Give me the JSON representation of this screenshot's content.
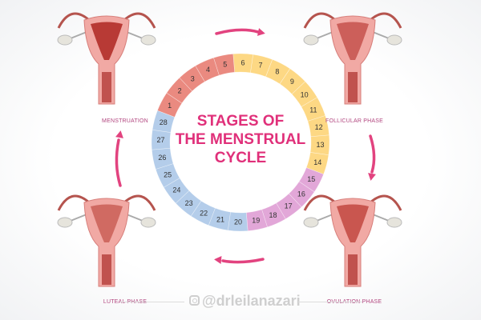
{
  "title_lines": [
    "STAGES OF",
    "THE MENSTRUAL",
    "CYCLE"
  ],
  "phases": [
    {
      "label": "MENSTRUATION"
    },
    {
      "label": "FOLLICULAR PHASE"
    },
    {
      "label": "OVULATION PHASE"
    },
    {
      "label": "LUTEAL PHASE"
    }
  ],
  "cycle": {
    "days": 28,
    "segments": [
      {
        "phase": "menstruation",
        "from": 1,
        "to": 5,
        "color": "#ea8a80"
      },
      {
        "phase": "follicular",
        "from": 6,
        "to": 14,
        "color": "#fdd884"
      },
      {
        "phase": "ovulation",
        "from": 15,
        "to": 19,
        "color": "#e2a7d8"
      },
      {
        "phase": "luteal",
        "from": 20,
        "to": 28,
        "color": "#b4cdea"
      }
    ]
  },
  "colors": {
    "accent": "#e0307a",
    "arrow": "#e2437f",
    "label": "#b2467f"
  },
  "watermark": "drleilanazari"
}
